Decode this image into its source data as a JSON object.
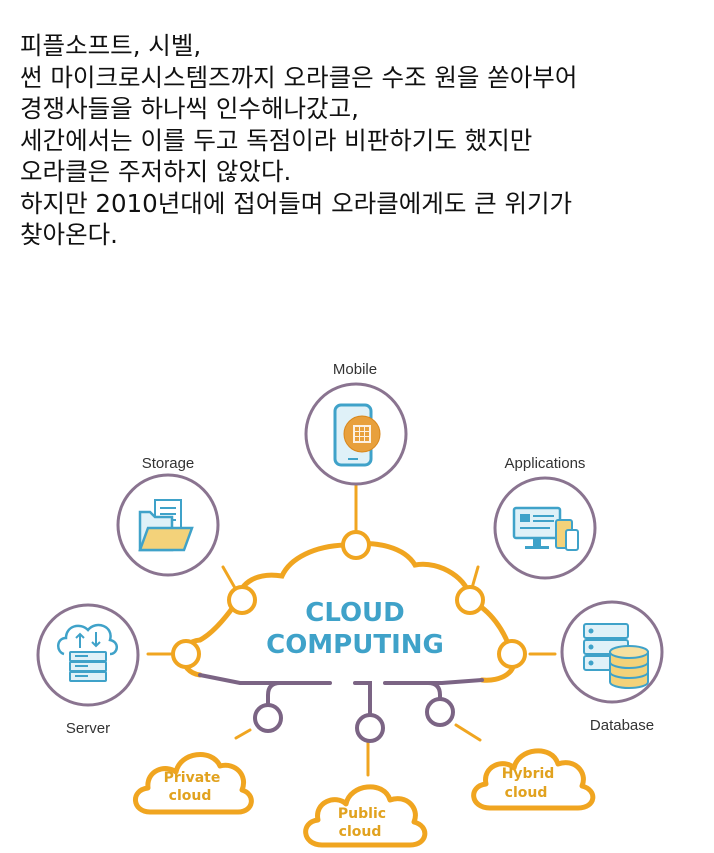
{
  "article": {
    "lines": [
      "피플소프트, 시벨,",
      "썬 마이크로시스템즈까지 오라클은 수조 원을 쏟아부어",
      "경쟁사들을 하나씩 인수해나갔고,",
      "세간에서는 이를 두고 독점이라 비판하기도 했지만",
      "오라클은 주저하지 않았다.",
      "하지만 2010년대에 접어들며 오라클에게도 큰 위기가",
      "찾아온다."
    ]
  },
  "diagram": {
    "title_line1": "CLOUD",
    "title_line2": "COMPUTING",
    "labels": {
      "mobile": "Mobile",
      "storage": "Storage",
      "applications": "Applications",
      "server": "Server",
      "database": "Database"
    },
    "clouds": {
      "private": [
        "Private",
        "cloud"
      ],
      "public": [
        "Public",
        "cloud"
      ],
      "hybrid": [
        "Hybrid",
        "cloud"
      ]
    },
    "colors": {
      "orange": "#f0a520",
      "purple": "#7b6484",
      "teal": "#3fa2c9",
      "circle_stroke": "#8a7490"
    },
    "icons": [
      "mobile-phone-icon",
      "folder-documents-icon",
      "desktop-devices-icon",
      "server-cloud-upload-icon",
      "database-server-icon"
    ]
  }
}
